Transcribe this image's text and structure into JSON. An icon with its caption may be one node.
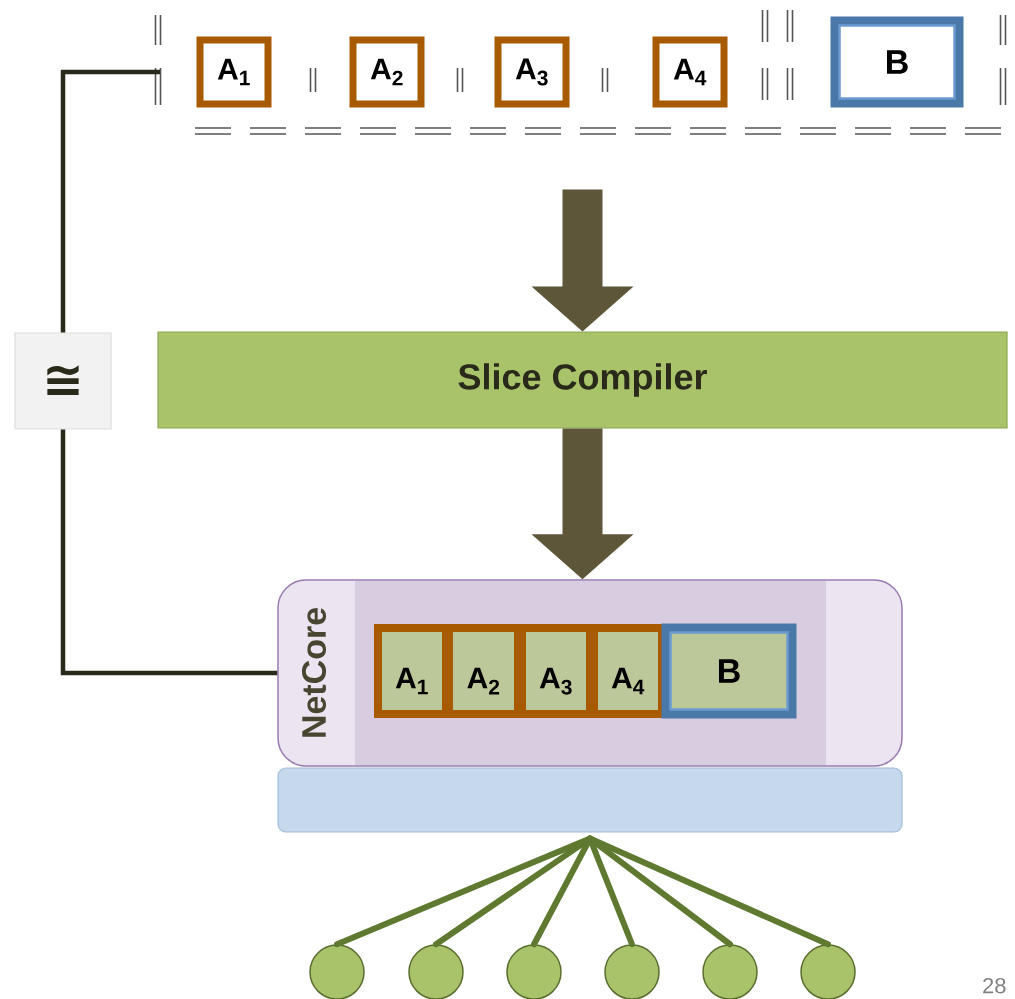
{
  "diagram": {
    "nodes": [
      {
        "text": [
          "A$_{1}$"
        ]
      },
      {
        "text": [
          "A$_{2}$"
        ]
      },
      {
        "text": [
          "A$_{3}$"
        ]
      },
      {
        "text": [
          "A$_{4}$"
        ]
      },
      {
        "text": [
          "B"
        ]
      },
      {
        "text": [
          "Slice Compiler"
        ]
      },
      {
        "text": [
          "≅"
        ]
      },
      {
        "text": [
          "NetCore"
        ]
      },
      {
        "text": [
          "A$_{1}$"
        ],
        "in": 7
      },
      {
        "text": [
          "A$_{2}$"
        ],
        "in": 7
      },
      {
        "text": [
          "A$_{3}$"
        ],
        "in": 7
      },
      {
        "text": [
          "A$_{4}$"
        ],
        "in": 7
      },
      {
        "text": [
          "B"
        ],
        "in": 7
      },
      {
        "text": [],
        "shape": "box"
      },
      {
        "text": [],
        "shape": "circle"
      },
      {
        "text": [],
        "shape": "circle"
      },
      {
        "text": [],
        "shape": "circle"
      },
      {
        "text": [],
        "shape": "circle"
      },
      {
        "text": [],
        "shape": "circle"
      },
      {
        "text": [],
        "shape": "circle"
      }
    ],
    "edges": [
      {
        "from": null,
        "to": 5,
        "arrow": "to",
        "style": "thick"
      },
      {
        "from": 5,
        "to": 7,
        "arrow": "to",
        "style": "thick"
      },
      {
        "from": null,
        "to": 6,
        "arrow": "none",
        "color": "#2a2a1a"
      },
      {
        "from": 6,
        "to": 7,
        "arrow": "none",
        "color": "#2a2a1a"
      },
      {
        "from": 13,
        "to": 14,
        "arrow": "none"
      },
      {
        "from": 13,
        "to": 15,
        "arrow": "none"
      },
      {
        "from": 13,
        "to": 16,
        "arrow": "none"
      },
      {
        "from": 13,
        "to": 17,
        "arrow": "none"
      },
      {
        "from": 13,
        "to": 18,
        "arrow": "none"
      },
      {
        "from": 13,
        "to": 19,
        "arrow": "none"
      }
    ],
    "labels": [
      "28"
    ]
  }
}
